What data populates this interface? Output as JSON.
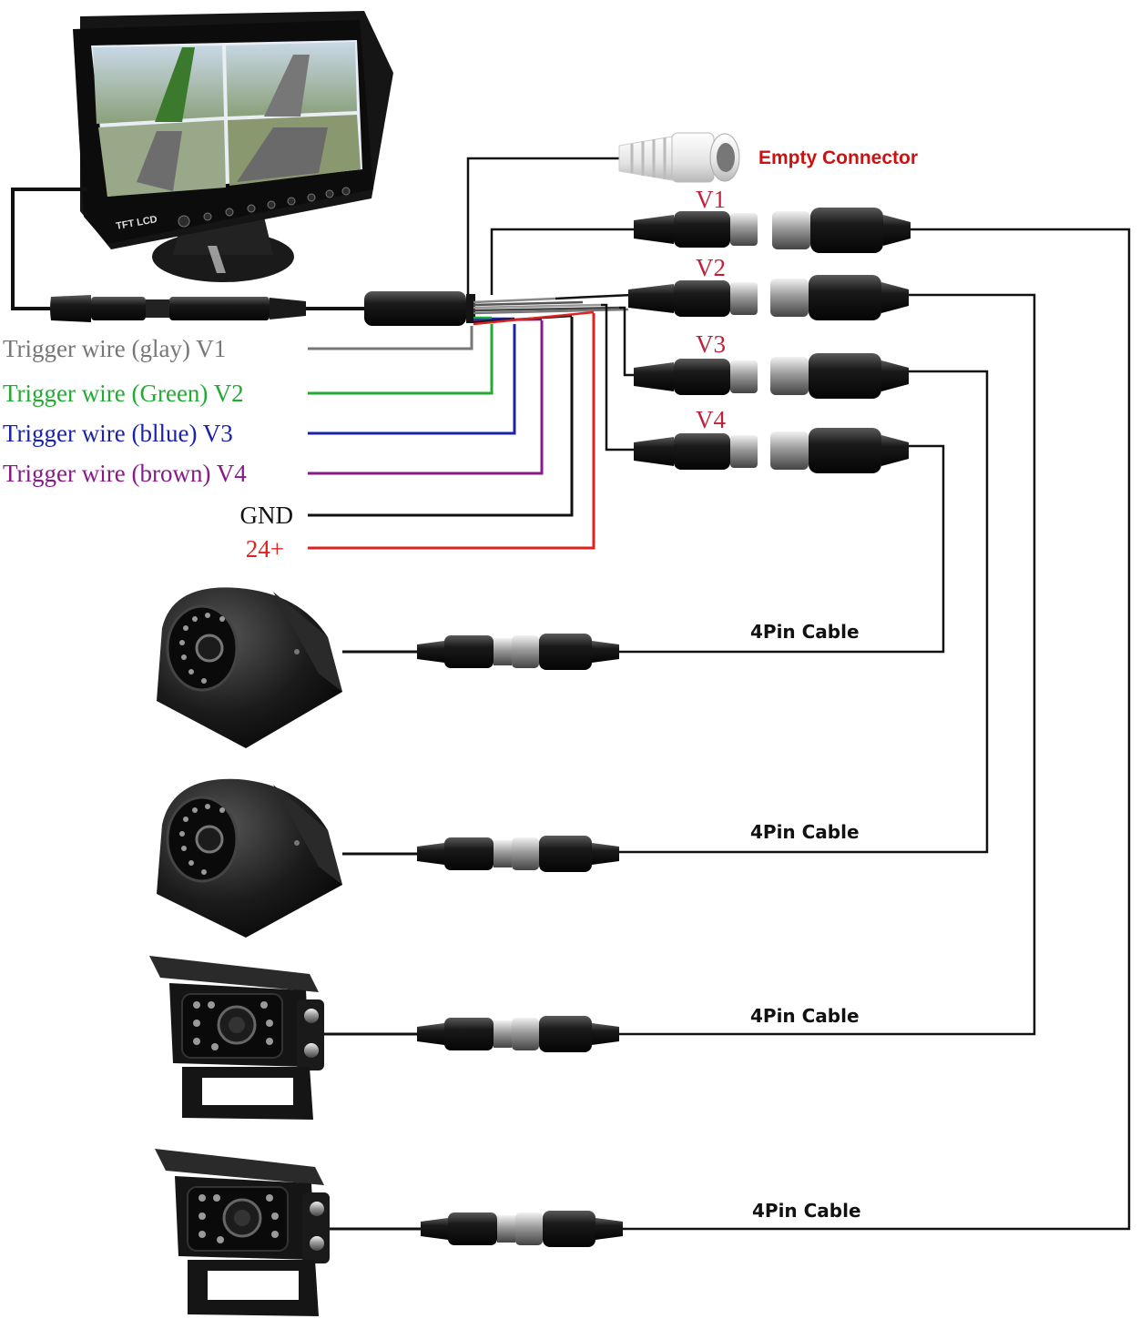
{
  "monitor": {
    "brand": "TFT LCD"
  },
  "empty_connector": {
    "label": "Empty Connector",
    "color": "#cc1111"
  },
  "channels": [
    {
      "label": "V1",
      "color": "#c0203a"
    },
    {
      "label": "V2",
      "color": "#c0203a"
    },
    {
      "label": "V3",
      "color": "#c0203a"
    },
    {
      "label": "V4",
      "color": "#c0203a"
    }
  ],
  "trigger_wires": [
    {
      "label": "Trigger wire (glay) V1",
      "color": "#777777"
    },
    {
      "label": "Trigger wire (Green) V2",
      "color": "#22aa33"
    },
    {
      "label": "Trigger wire (bllue) V3",
      "color": "#1a22aa"
    },
    {
      "label": "Trigger wire (brown) V4",
      "color": "#881a88"
    },
    {
      "label": "GND",
      "color": "#111111"
    },
    {
      "label": "24+",
      "color": "#dd2222"
    }
  ],
  "cameras": [
    {
      "type": "side-dome",
      "cable_label": "4Pin Cable"
    },
    {
      "type": "side-dome",
      "cable_label": "4Pin Cable"
    },
    {
      "type": "hooded-box",
      "cable_label": "4Pin Cable"
    },
    {
      "type": "hooded-box",
      "cable_label": "4Pin Cable"
    }
  ]
}
